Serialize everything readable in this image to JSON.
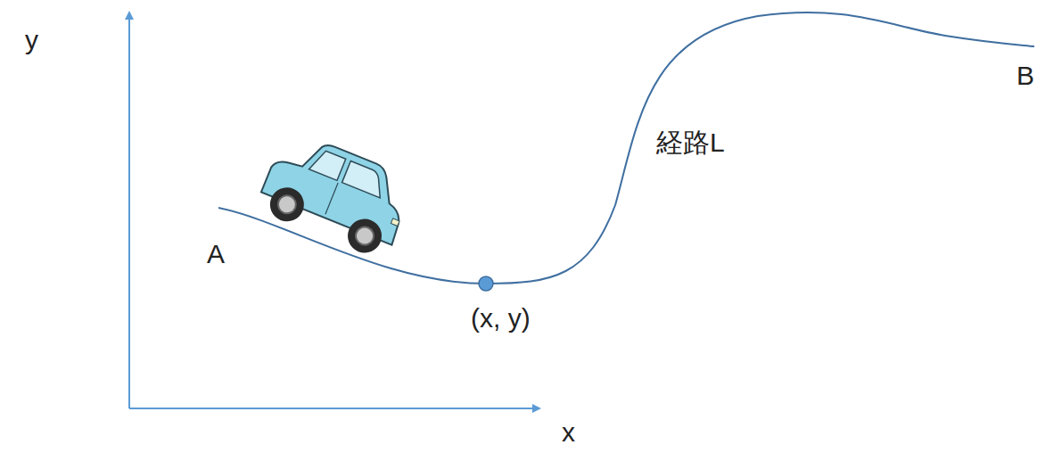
{
  "diagram": {
    "labels": [
      "y",
      "x",
      "A",
      "B",
      "経路L",
      "(x, y)"
    ]
  }
}
